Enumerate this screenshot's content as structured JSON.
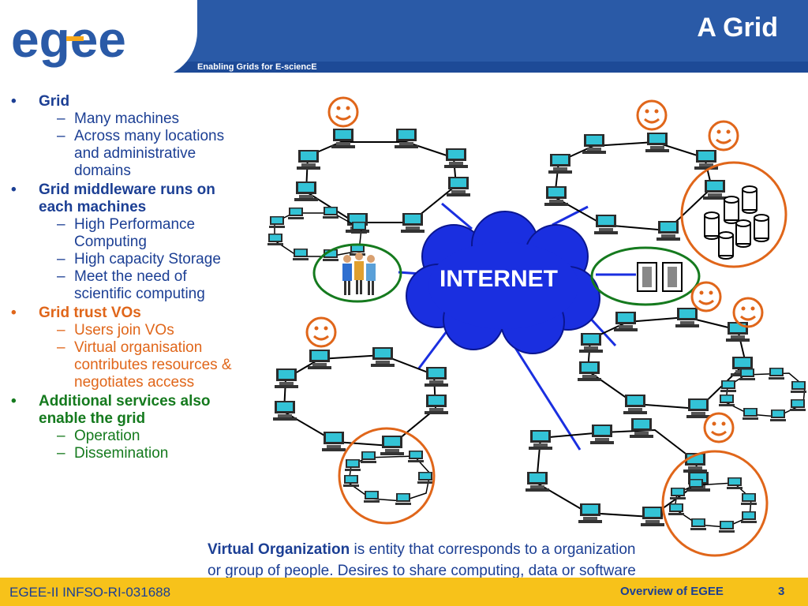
{
  "header": {
    "title": "A Grid",
    "tagline": "Enabling Grids for E-sciencE",
    "logo_text": "egee"
  },
  "bullets": [
    {
      "label": "Grid",
      "color": "#1c3f94",
      "subs": [
        "Many machines",
        "Across many locations and administrative domains"
      ]
    },
    {
      "label": "Grid middleware runs on each machines",
      "color": "#1c3f94",
      "subs": [
        "High Performance Computing",
        "High capacity Storage",
        "Meet the need of scientific computing"
      ]
    },
    {
      "label": "Grid trust VOs",
      "color": "#e0661a",
      "subs": [
        "Users join VOs",
        "Virtual organisation contributes resources & negotiates access"
      ]
    },
    {
      "label": "Additional services also enable the grid",
      "color": "#157a1e",
      "subs": [
        "Operation",
        "Dissemination"
      ]
    }
  ],
  "diagram": {
    "internet_label": "INTERNET"
  },
  "caption": {
    "strong": "Virtual Organization",
    "text1": " is entity that corresponds to a organization or group of people.",
    "text2": " Desires to share computing, data or software resources"
  },
  "footer": {
    "left": "EGEE-II INFSO-RI-031688",
    "middle": "Overview of EGEE",
    "page": "3"
  },
  "colors": {
    "header_blue": "#2a5aa7",
    "footer_yellow": "#f7c21a",
    "text_blue": "#1c3f94",
    "orange": "#e0661a",
    "green": "#157a1e",
    "cloud_blue": "#1a2fe0"
  }
}
